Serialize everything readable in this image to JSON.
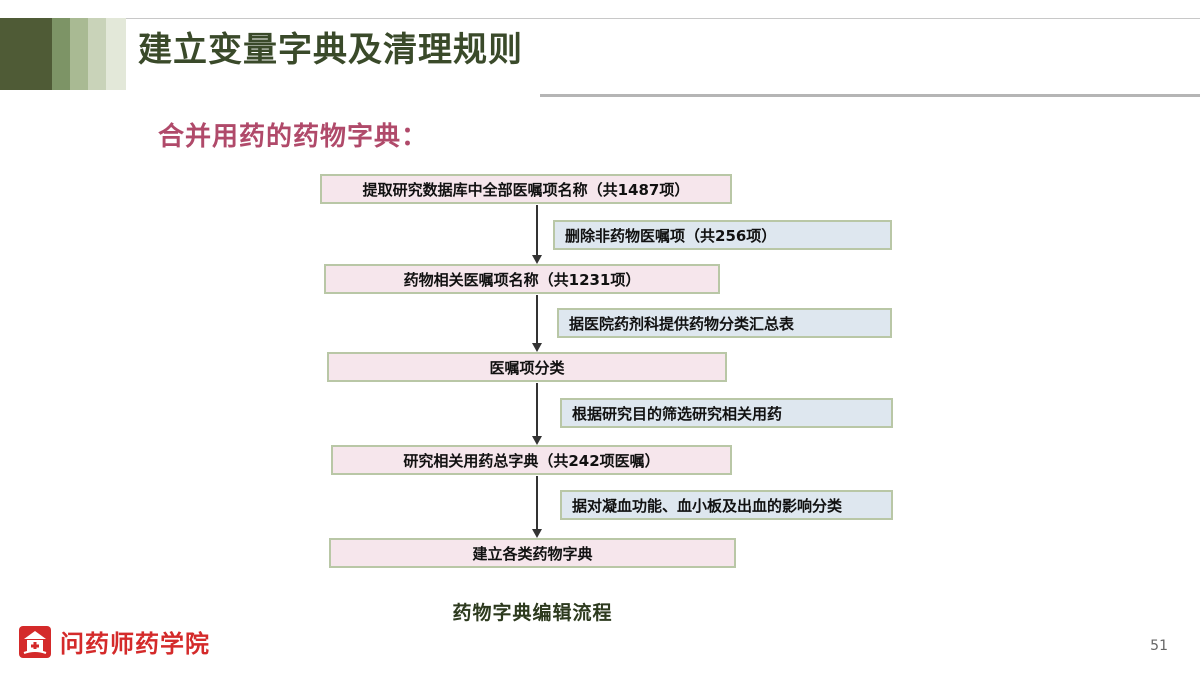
{
  "slide": {
    "title": "建立变量字典及清理规则",
    "subtitle": "合并用药的药物字典：",
    "page_number": "51",
    "colors": {
      "title": "#3a4a2a",
      "subtitle": "#b04a6a",
      "main_box": "#f6e6ec",
      "side_box": "#dee7ef",
      "logo": "#d42a2a"
    }
  },
  "flow": {
    "steps": [
      "提取研究数据库中全部医嘱项名称（共1487项）",
      "药物相关医嘱项名称（共1231项）",
      "医嘱项分类",
      "研究相关用药总字典（共242项医嘱）",
      "建立各类药物字典"
    ],
    "actions": [
      "删除非药物医嘱项（共256项）",
      "据医院药剂科提供药物分类汇总表",
      "根据研究目的筛选研究相关用药",
      "据对凝血功能、血小板及出血的影响分类"
    ],
    "caption": "药物字典编辑流程"
  },
  "footer": {
    "logo_text": "问药师药学院",
    "logo_icon": "pharmacy-academy-logo-icon"
  }
}
